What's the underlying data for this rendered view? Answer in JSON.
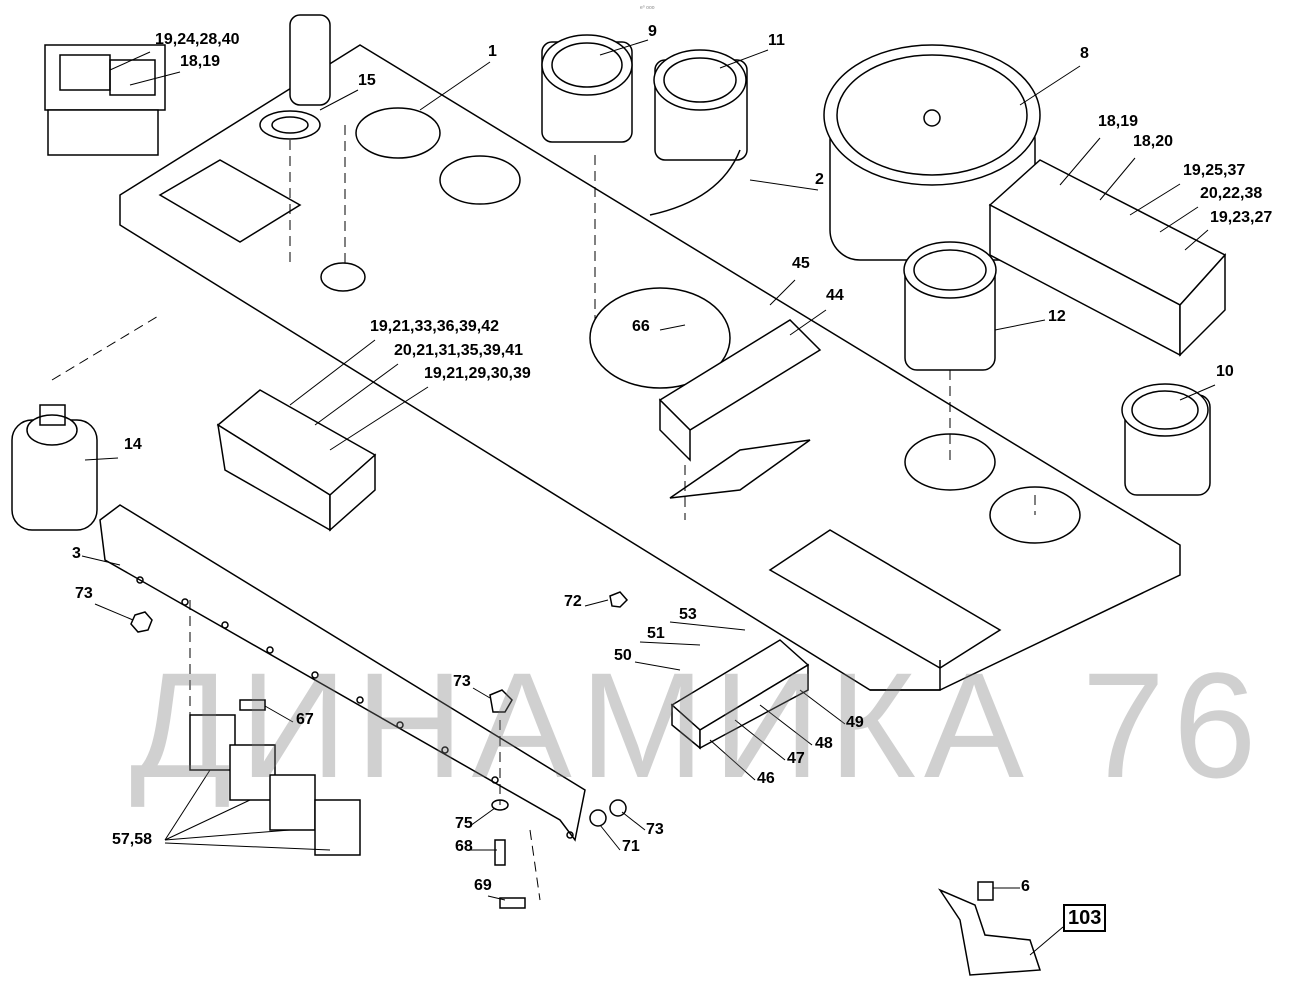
{
  "header_code": "e⁰ ooo",
  "watermark": "ДИНАМИКА 76",
  "callouts": [
    "19,24,28,40",
    "18,19",
    "15",
    "1",
    "9",
    "11",
    "8",
    "2",
    "18,19",
    "18,20",
    "19,25,37",
    "20,22,38",
    "19,23,27",
    "45",
    "44",
    "66",
    "12",
    "19,21,33,36,39,42",
    "20,21,31,35,39,41",
    "19,21,29,30,39",
    "10",
    "14",
    "3",
    "73",
    "72",
    "53",
    "51",
    "50",
    "73",
    "67",
    "49",
    "48",
    "47",
    "46",
    "75",
    "73",
    "57,58",
    "68",
    "71",
    "69",
    "6"
  ],
  "reference_box": "103"
}
